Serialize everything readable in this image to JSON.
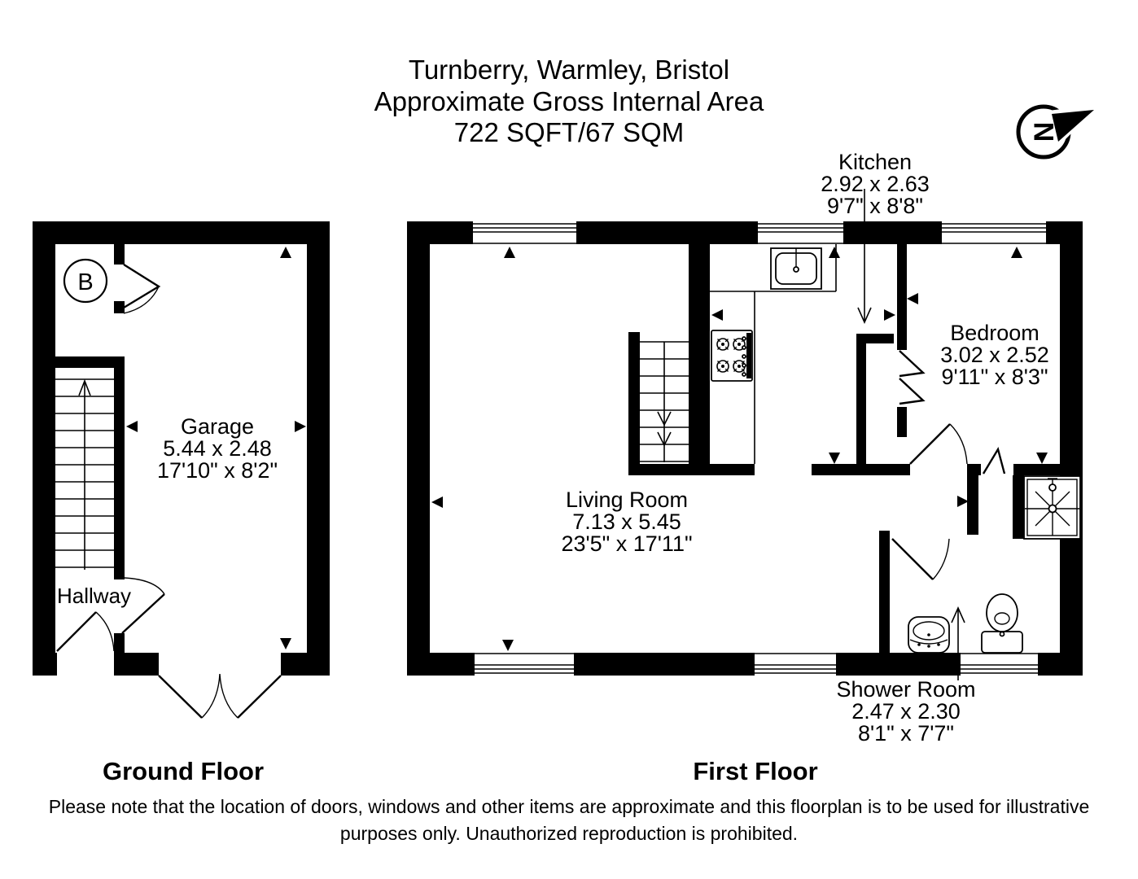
{
  "title": {
    "line1": "Turnberry, Warmley, Bristol",
    "line2": "Approximate Gross Internal Area",
    "line3": "722 SQFT/67 SQM"
  },
  "compass": {
    "letter": "N"
  },
  "floors": {
    "ground_label": "Ground Floor",
    "first_label": "First Floor"
  },
  "rooms": {
    "garage": {
      "name": "Garage",
      "metric": "5.44 x 2.48",
      "imperial": "17'10\" x 8'2\""
    },
    "hallway": {
      "name": "Hallway"
    },
    "boiler": {
      "label": "B"
    },
    "kitchen": {
      "name": "Kitchen",
      "metric": "2.92 x 2.63",
      "imperial": "9'7\" x 8'8\""
    },
    "living_room": {
      "name": "Living Room",
      "metric": "7.13 x 5.45",
      "imperial": "23'5\" x 17'11\""
    },
    "bedroom": {
      "name": "Bedroom",
      "metric": "3.02 x 2.52",
      "imperial": "9'11\" x 8'3\""
    },
    "shower_room": {
      "name": "Shower Room",
      "metric": "2.47 x 2.30",
      "imperial": "8'1\" x 7'7\""
    }
  },
  "disclaimer": {
    "line1": "Please note that the location of doors, windows and other items are approximate and this floorplan is to be used for illustrative",
    "line2": "purposes only. Unauthorized reproduction is prohibited."
  },
  "colors": {
    "wall": "#000000",
    "background": "#ffffff",
    "disclaimer_text": "#9b9b9b"
  }
}
